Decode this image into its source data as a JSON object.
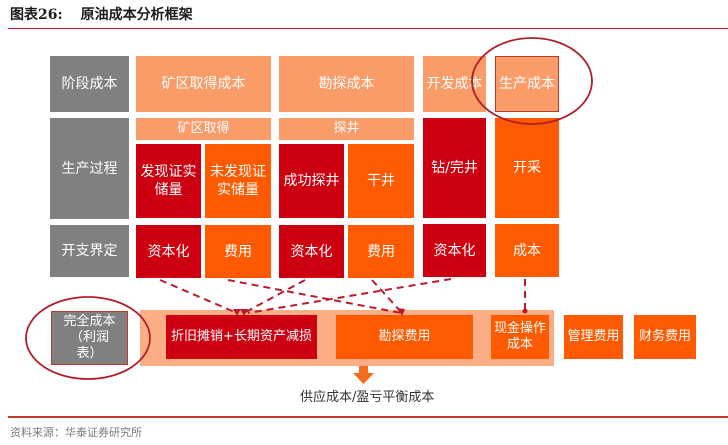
{
  "header": {
    "figure_number": "图表26:",
    "title": "原油成本分析框架"
  },
  "rows": {
    "stage_cost": {
      "label": "阶段成本",
      "mine_acquisition": "矿区取得成本",
      "exploration": "勘探成本",
      "development": "开发成本",
      "production": "生产成本"
    },
    "production_process": {
      "label": "生产过程",
      "mine_acquisition_header": "矿区取得",
      "exploration_header": "探井",
      "proved_reserves": "发现证实储量",
      "unproved_reserves": "未发现证实储量",
      "successful_well": "成功探井",
      "dry_well": "干井",
      "drill_complete": "钻/完井",
      "extraction": "开采"
    },
    "expenditure_definition": {
      "label": "开支界定",
      "items": [
        "资本化",
        "费用",
        "资本化",
        "费用",
        "资本化",
        "成本"
      ]
    }
  },
  "full_cost": {
    "label": "完全成本（利润表）",
    "label_line1": "完全成本",
    "label_line2": "（利润",
    "label_line3": "表）",
    "depreciation": "折旧摊销+长期资产减损",
    "exploration_expense": "勘探费用",
    "cash_operating_cost": "现金操作成本",
    "admin_expense": "管理费用",
    "financial_expense": "财务费用"
  },
  "result_label": "供应成本/盈亏平衡成本",
  "footer": {
    "source": "资料来源：华泰证券研究所"
  },
  "colors": {
    "gray": "#808080",
    "peach": "#fa9c68",
    "dark_red": "#cc0011",
    "orange": "#ff5a00",
    "band": "#fbae86",
    "accent_line": "#c8102e",
    "circle": "#b01e2a"
  }
}
